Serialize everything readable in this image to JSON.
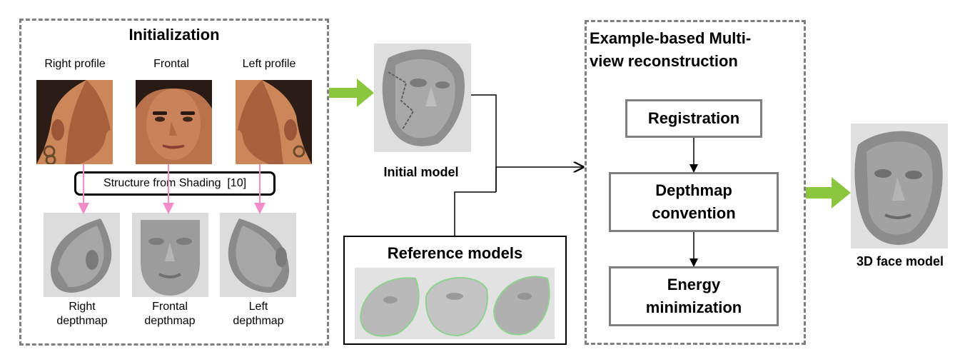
{
  "initialization": {
    "title": "Initialization",
    "views": [
      "Right profile",
      "Frontal",
      "Left profile"
    ],
    "sfs_label": "Structure from Shading  [10]",
    "depthmaps": [
      "Right\ndepthmap",
      "Frontal\ndepthmap",
      "Left\ndepthmap"
    ]
  },
  "initial_model": {
    "label": "Initial model"
  },
  "reference": {
    "title": "Reference models"
  },
  "multiview": {
    "title": "Example-based Multi-\nview reconstruction",
    "steps": [
      "Registration",
      "Depthmap\nconvention",
      "Energy\nminimization"
    ]
  },
  "output": {
    "label": "3D face model"
  },
  "colors": {
    "dash": "#7f7f7f",
    "green_arrow": "#8cc63f",
    "pink_arrow": "#f08cc8",
    "skin": "#b9704a",
    "mesh": "#9a9a9a"
  }
}
